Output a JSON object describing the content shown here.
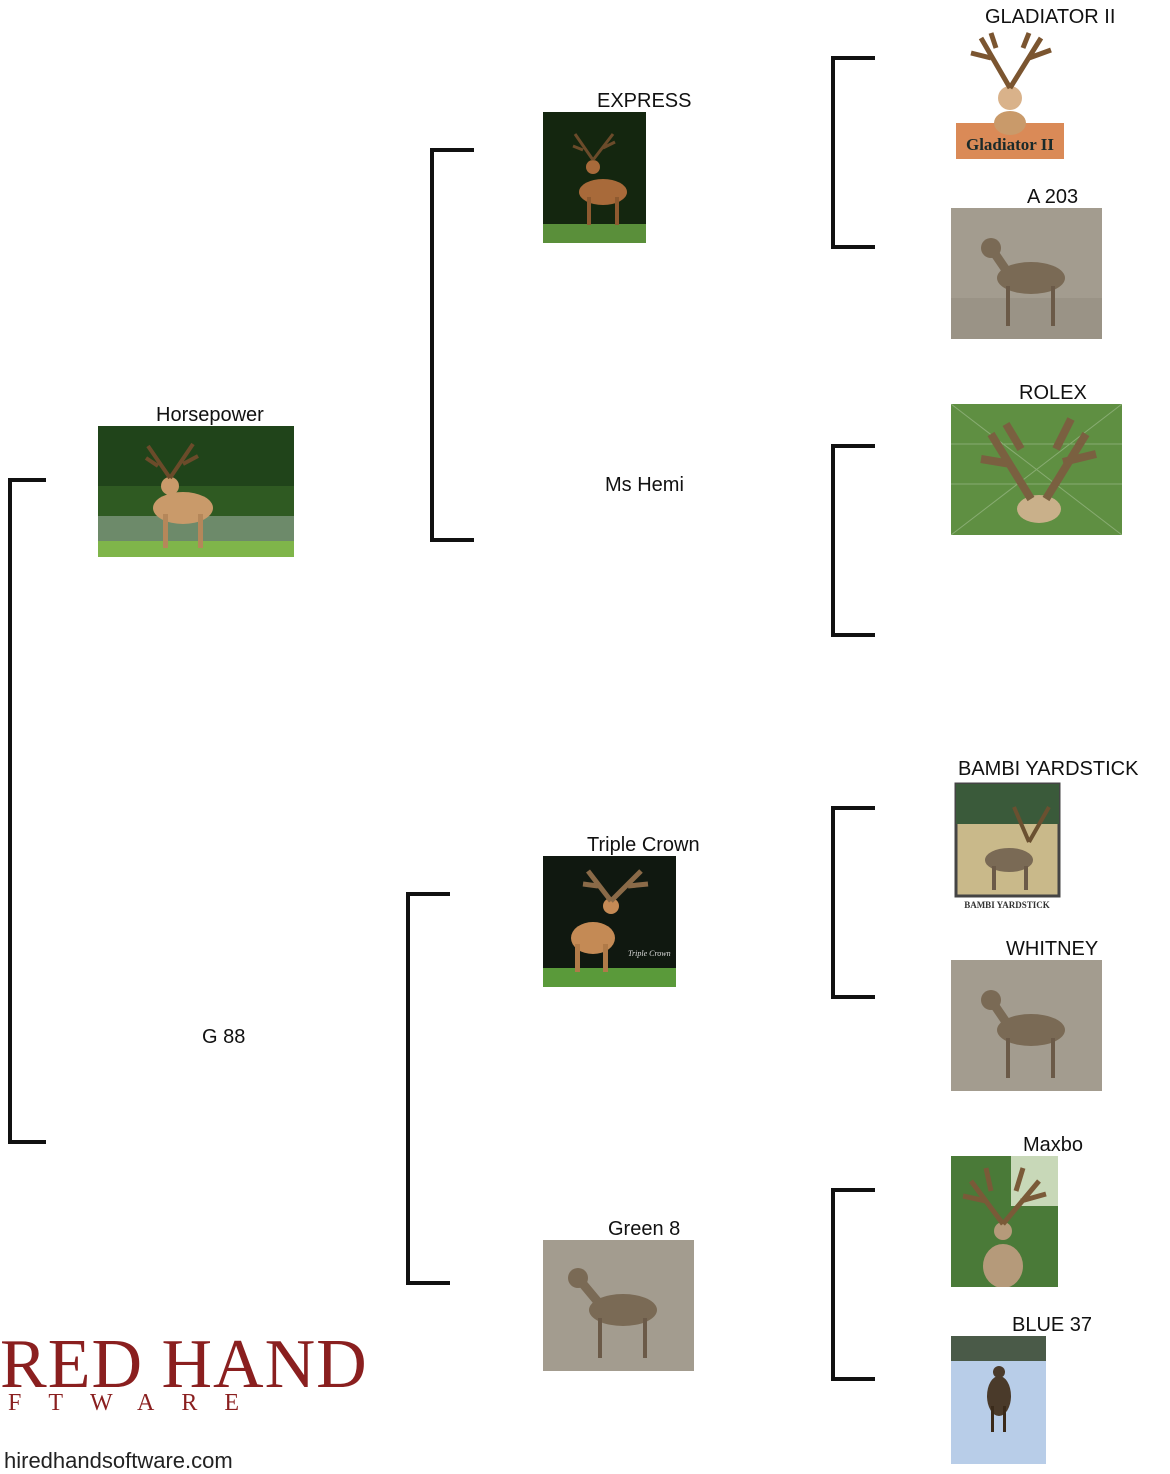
{
  "pedigree": {
    "subject": {
      "name": "Horsepower",
      "icon": "buck-photo"
    },
    "sire": {
      "name": "EXPRESS",
      "icon": "buck-photo"
    },
    "dam": {
      "name": "Ms Hemi"
    },
    "sire_sire": {
      "name": "GLADIATOR II",
      "icon": "buck-photo",
      "photo_caption": "Gladiator II"
    },
    "sire_dam": {
      "name": "A 203",
      "icon": "doe-photo"
    },
    "dam_sire": {
      "name": "ROLEX",
      "icon": "buck-photo"
    },
    "second_sire": {
      "name": "G 88"
    },
    "second_sire_sire": {
      "name": "Triple Crown",
      "icon": "buck-photo",
      "photo_caption": "Triple Crown"
    },
    "second_sire_dam": {
      "name": "Green 8",
      "icon": "doe-photo"
    },
    "tc_sire": {
      "name": "BAMBI YARDSTICK",
      "icon": "buck-photo",
      "photo_caption": "BAMBI YARDSTICK"
    },
    "tc_dam": {
      "name": "WHITNEY",
      "icon": "doe-photo"
    },
    "g8_sire": {
      "name": "Maxbo",
      "icon": "buck-photo"
    },
    "g8_dam": {
      "name": "BLUE 37",
      "icon": "doe-photo"
    }
  },
  "logo": {
    "big_text": "RED HAND",
    "small_text": "FTWARE",
    "url_text": "hiredhandsoftware.com",
    "color": "#8a1f1f"
  }
}
